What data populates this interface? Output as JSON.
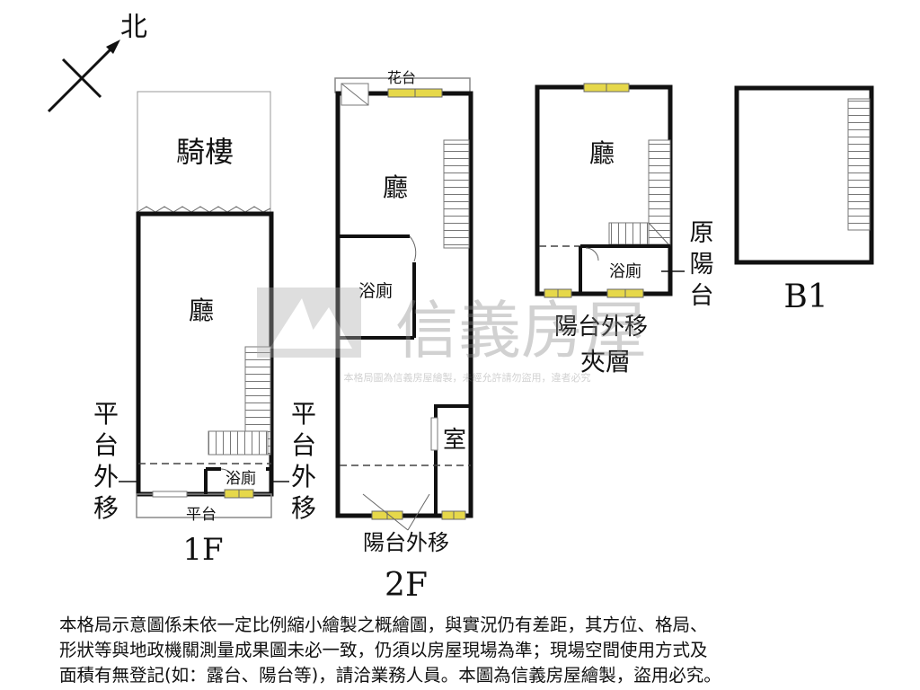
{
  "compass": {
    "label": "北"
  },
  "floor_1f": {
    "arcade": "騎樓",
    "hall": "廳",
    "bath": "浴廁",
    "left_note": [
      "平",
      "台",
      "外",
      "移"
    ],
    "right_note": [
      "平",
      "台",
      "外",
      "移"
    ],
    "platform": "平台",
    "caption": "1F"
  },
  "floor_2f": {
    "planter": "花台",
    "hall": "廳",
    "bath": "浴廁",
    "room": "室",
    "balcony_note": "陽台外移",
    "caption": "2F"
  },
  "mezzanine": {
    "hall": "廳",
    "bath": "浴廁",
    "orig_balcony": [
      "原",
      "陽",
      "台"
    ],
    "balcony_note": "陽台外移",
    "caption": "夾層"
  },
  "basement": {
    "caption": "B1"
  },
  "watermark": {
    "brand": "信義房屋",
    "notice": "本格局圖為信義房屋繪製，未經允許請勿盜用，違者必究"
  },
  "disclaimer": [
    "本格局示意圖係未依一定比例縮小繪製之概繪圖，與實況仍有差距，其方位、格局、",
    "形狀等與地政機關測量成果圖未必一致，仍須以房屋現場為準；現場空間使用方式及",
    "面積有無登記(如：露台、陽台等)，請洽業務人員。本圖為信義房屋繪製，盜用必究。"
  ]
}
